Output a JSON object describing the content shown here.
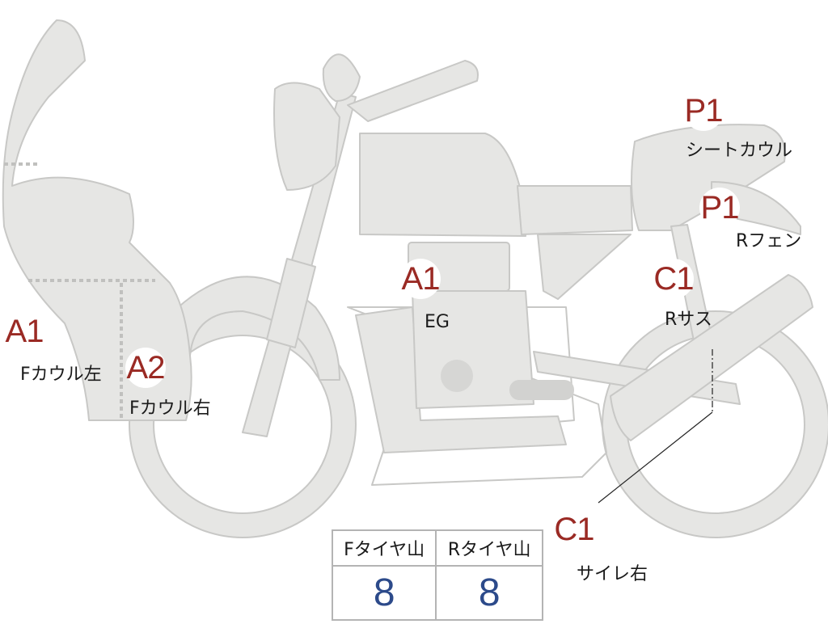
{
  "colors": {
    "part_fill": "#e6e6e4",
    "part_stroke": "#c8c8c6",
    "grade_text": "#9a2a24",
    "tread_value": "#2c4a8a"
  },
  "icons": {
    "motorcycle": "motorcycle-silhouette-icon"
  },
  "parts": [
    {
      "id": "fcowl_left",
      "grade": "A1",
      "label": "Fカウル左"
    },
    {
      "id": "fcowl_right",
      "grade": "A2",
      "label": "Fカウル右"
    },
    {
      "id": "engine",
      "grade": "A1",
      "label": "EG"
    },
    {
      "id": "seat_cowl",
      "grade": "P1",
      "label": "シートカウル"
    },
    {
      "id": "rear_fender",
      "grade": "P1",
      "label": "Rフェン"
    },
    {
      "id": "rear_suspension",
      "grade": "C1",
      "label": "Rサス"
    },
    {
      "id": "muffler_right",
      "grade": "C1",
      "label": "サイレ右"
    }
  ],
  "tread": {
    "headers": [
      "Fタイヤ山",
      "Rタイヤ山"
    ],
    "values": [
      "8",
      "8"
    ]
  }
}
